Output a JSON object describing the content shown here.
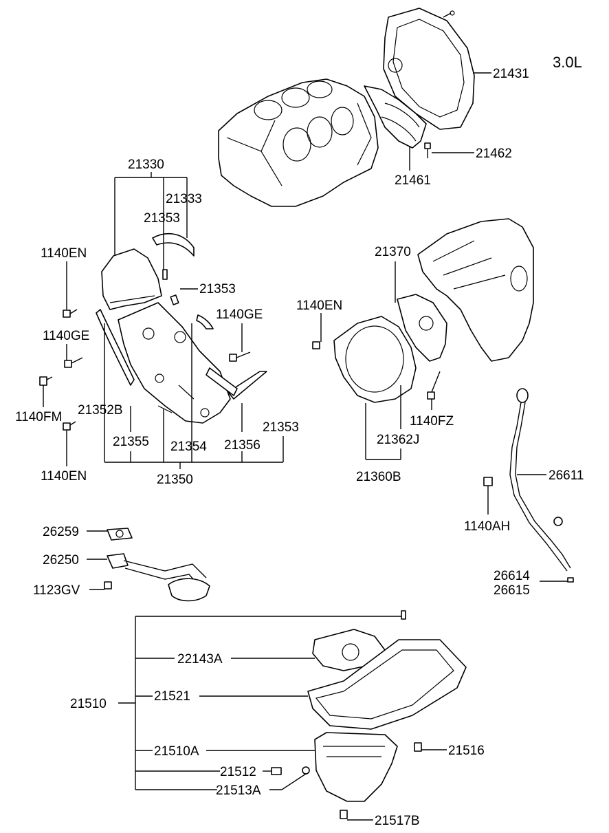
{
  "engine_label": "3.0L",
  "callouts": {
    "c21431": "21431",
    "c21462": "21462",
    "c21461": "21461",
    "c21330": "21330",
    "c21333": "21333",
    "c21353a": "21353",
    "c21353b": "21353",
    "c21353c": "21353",
    "c1140EN_a": "1140EN",
    "c1140GE_a": "1140GE",
    "c1140GE_b": "1140GE",
    "c1140FM": "1140FM",
    "c21352B": "21352B",
    "c21355": "21355",
    "c21354": "21354",
    "c21356": "21356",
    "c1140EN_b": "1140EN",
    "c21350": "21350",
    "c21370": "21370",
    "c1140EN_c": "1140EN",
    "c1140FZ": "1140FZ",
    "c21362J": "21362J",
    "c21360B": "21360B",
    "c26611": "26611",
    "c1140AH": "1140AH",
    "c26614": "26614",
    "c26615": "26615",
    "c26259": "26259",
    "c26250": "26250",
    "c1123GV": "1123GV",
    "c21510": "21510",
    "c22143A": "22143A",
    "c21521": "21521",
    "c21510A": "21510A",
    "c21516": "21516",
    "c21512": "21512",
    "c21513A": "21513A",
    "c21517B": "21517B"
  }
}
